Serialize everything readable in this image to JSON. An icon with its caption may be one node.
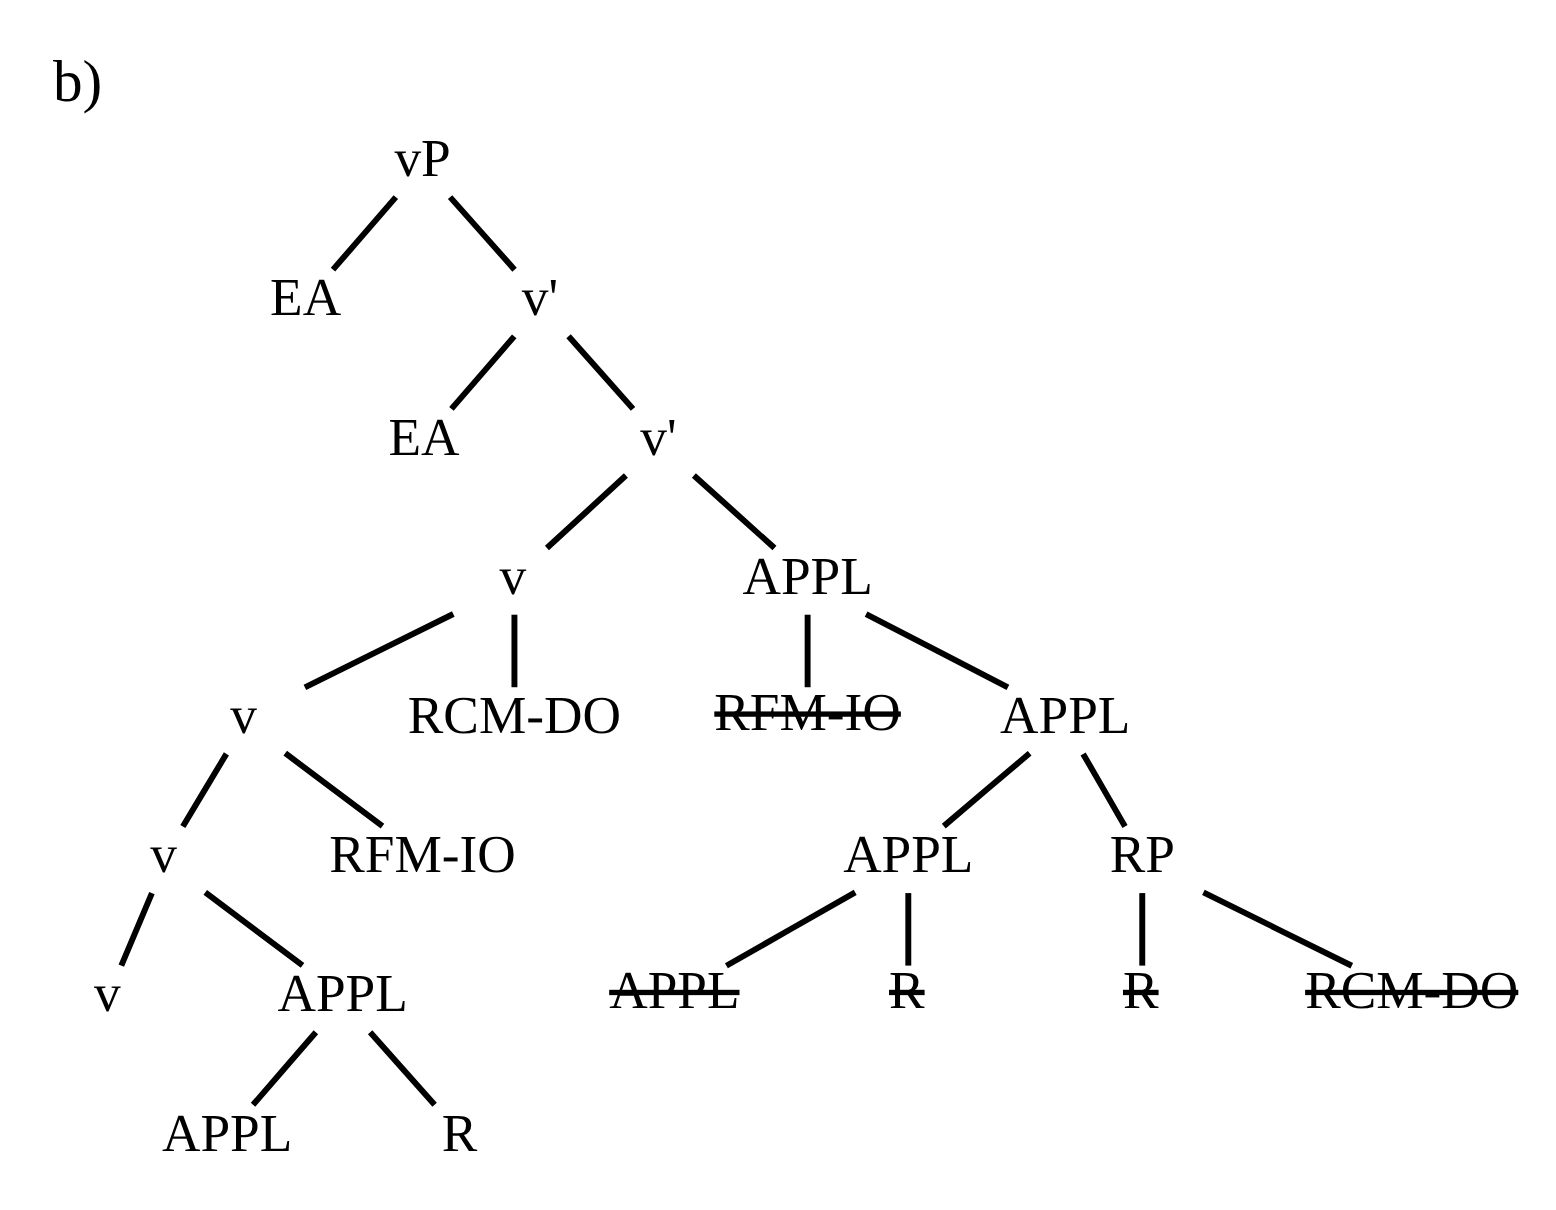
{
  "diagram": {
    "title": "b)",
    "nodes": [
      {
        "text": [
          "vP"
        ]
      },
      {
        "text": [
          "EA"
        ]
      },
      {
        "text": [
          "v'"
        ]
      },
      {
        "text": [
          "EA"
        ]
      },
      {
        "text": [
          "v'"
        ]
      },
      {
        "text": [
          "v"
        ]
      },
      {
        "text": [
          "APPL"
        ]
      },
      {
        "text": [
          "v"
        ]
      },
      {
        "text": [
          "RCM-DO"
        ]
      },
      {
        "text": [
          "RFM-IO"
        ]
      },
      {
        "text": [
          "APPL"
        ]
      },
      {
        "text": [
          "v"
        ]
      },
      {
        "text": [
          "RFM-IO"
        ]
      },
      {
        "text": [
          "APPL"
        ]
      },
      {
        "text": [
          "RP"
        ]
      },
      {
        "text": [
          "v"
        ]
      },
      {
        "text": [
          "APPL"
        ]
      },
      {
        "text": [
          "APPL"
        ]
      },
      {
        "text": [
          "R"
        ]
      },
      {
        "text": [
          "R"
        ]
      },
      {
        "text": [
          "RCM-DO"
        ]
      },
      {
        "text": [
          "APPL"
        ]
      },
      {
        "text": [
          "R"
        ]
      }
    ],
    "edges": [
      {
        "from": 0,
        "to": 1,
        "arrow": "none"
      },
      {
        "from": 0,
        "to": 2,
        "arrow": "none"
      },
      {
        "from": 2,
        "to": 3,
        "arrow": "none"
      },
      {
        "from": 2,
        "to": 4,
        "arrow": "none"
      },
      {
        "from": 4,
        "to": 5,
        "arrow": "none"
      },
      {
        "from": 4,
        "to": 6,
        "arrow": "none"
      },
      {
        "from": 5,
        "to": 7,
        "arrow": "none"
      },
      {
        "from": 5,
        "to": 8,
        "arrow": "none"
      },
      {
        "from": 6,
        "to": 9,
        "arrow": "none"
      },
      {
        "from": 6,
        "to": 10,
        "arrow": "none"
      },
      {
        "from": 7,
        "to": 11,
        "arrow": "none"
      },
      {
        "from": 7,
        "to": 12,
        "arrow": "none"
      },
      {
        "from": 10,
        "to": 13,
        "arrow": "none"
      },
      {
        "from": 10,
        "to": 14,
        "arrow": "none"
      },
      {
        "from": 11,
        "to": 15,
        "arrow": "none"
      },
      {
        "from": 11,
        "to": 16,
        "arrow": "none"
      },
      {
        "from": 13,
        "to": 17,
        "arrow": "none"
      },
      {
        "from": 13,
        "to": 18,
        "arrow": "none"
      },
      {
        "from": 14,
        "to": 19,
        "arrow": "none"
      },
      {
        "from": 14,
        "to": 20,
        "arrow": "none"
      },
      {
        "from": 16,
        "to": 21,
        "arrow": "none"
      },
      {
        "from": 16,
        "to": 22,
        "arrow": "none"
      }
    ]
  }
}
